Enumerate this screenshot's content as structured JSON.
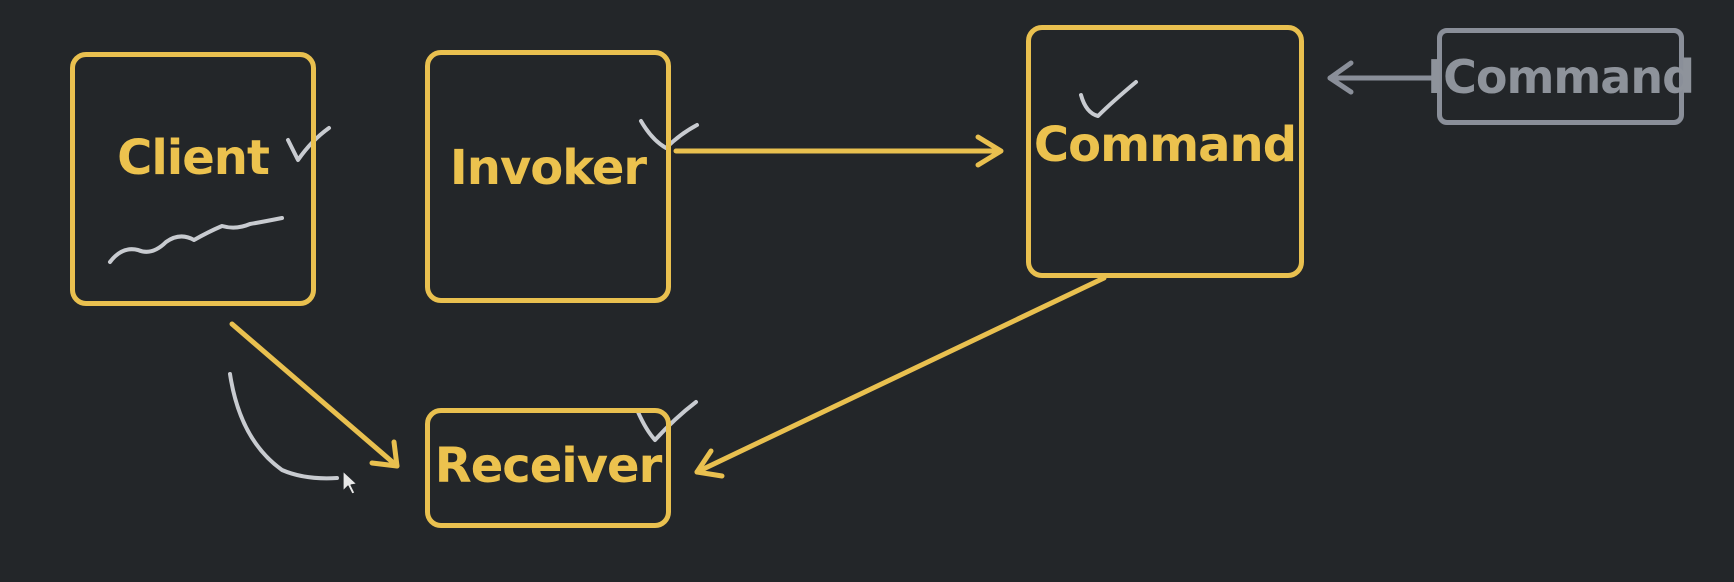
{
  "diagram": {
    "nodes": {
      "client": "Client",
      "invoker": "Invoker",
      "command": "Command",
      "receiver": "Receiver",
      "icommand": "ICommand"
    },
    "edges": [
      {
        "from": "invoker",
        "to": "command"
      },
      {
        "from": "command",
        "to": "receiver"
      },
      {
        "from": "client",
        "to": "receiver"
      },
      {
        "from": "icommand",
        "to": "command"
      }
    ]
  },
  "colors": {
    "background": "#232629",
    "primary": "#e9c04f",
    "secondary": "#8a8f99",
    "annotation": "#c8cbd0"
  }
}
